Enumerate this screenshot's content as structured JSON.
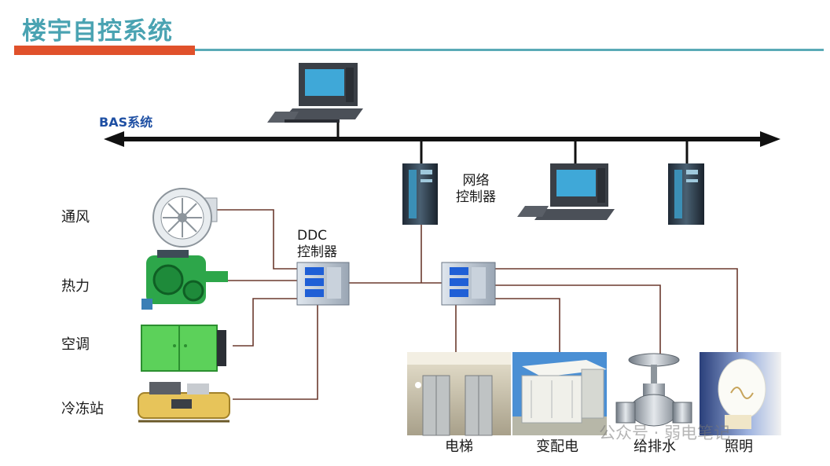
{
  "title": "楼宇自控系统",
  "bus_label": "BAS系统",
  "network_controller_label_1": "网络",
  "network_controller_label_2": "控制器",
  "ddc_label_1": "DDC",
  "ddc_label_2": "控制器",
  "subsystems_left": [
    "通风",
    "热力",
    "空调",
    "冷冻站"
  ],
  "subsystems_bottom": [
    "电梯",
    "变配电",
    "给排水",
    "照明"
  ],
  "watermark": "公众号 · 弱电笔记",
  "colors": {
    "title": "#4aa3b2",
    "accent_orange": "#e0512b",
    "accent_teal": "#5aaab6",
    "bus": "#111111",
    "wire": "#6b3a2e",
    "bus_label": "#1e4fa3"
  }
}
